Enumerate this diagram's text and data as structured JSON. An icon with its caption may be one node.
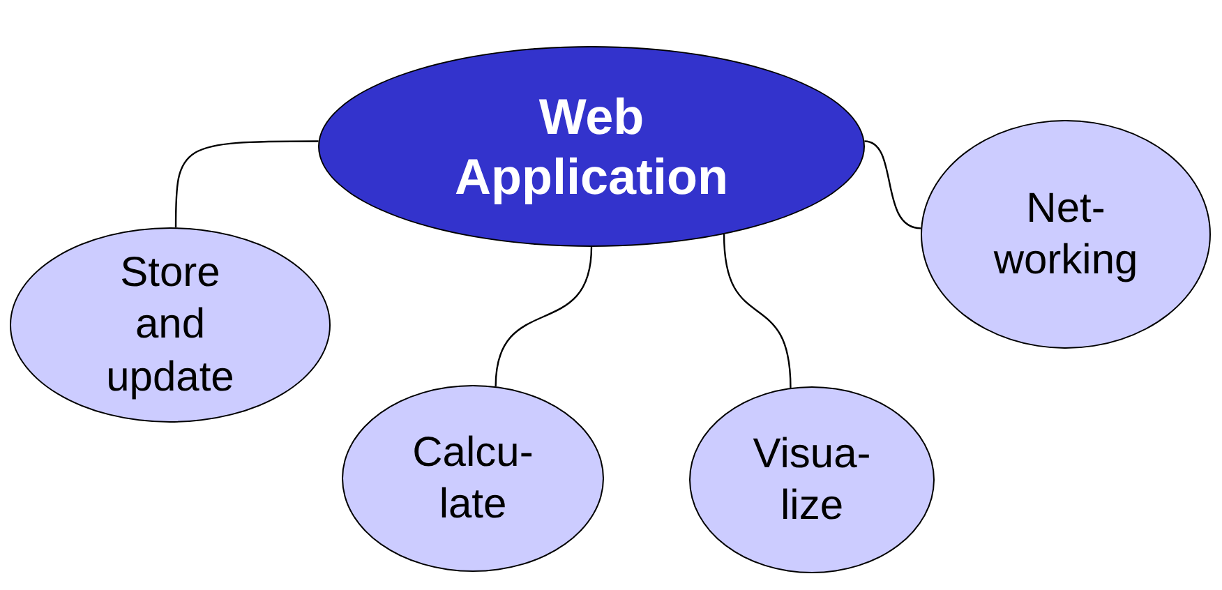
{
  "diagram": {
    "nodes": [
      {
        "text": [
          "Web Application"
        ]
      },
      {
        "text": [
          "Store and update"
        ]
      },
      {
        "text": [
          "Calcu- late"
        ]
      },
      {
        "text": [
          "Visua- lize"
        ]
      },
      {
        "text": [
          "Net- working"
        ]
      }
    ],
    "edges": [
      {
        "from": 0,
        "to": 1,
        "arrow": "none"
      },
      {
        "from": 0,
        "to": 2,
        "arrow": "none"
      },
      {
        "from": 0,
        "to": 3,
        "arrow": "none"
      },
      {
        "from": 0,
        "to": 4,
        "arrow": "none"
      }
    ]
  }
}
